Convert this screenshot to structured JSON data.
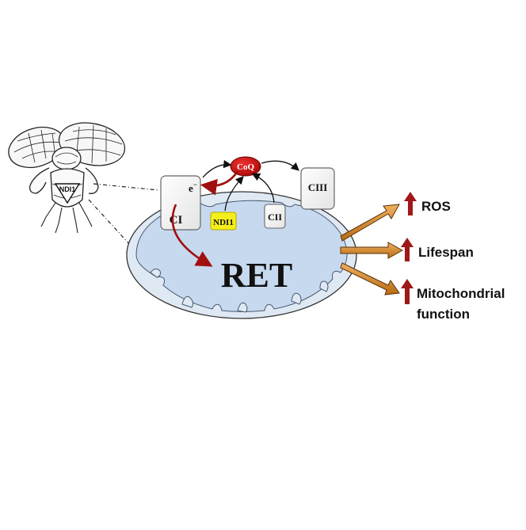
{
  "fly": {
    "badge": "NDI1"
  },
  "complexes": {
    "ci": "CI",
    "electron": "e",
    "electron_sup": "−",
    "coq": "CoQ",
    "ndi1": "NDI1",
    "cii": "CII",
    "ciii": "CIII"
  },
  "center_label": "RET",
  "outcomes": [
    {
      "label": "ROS"
    },
    {
      "label": "Lifespan"
    },
    {
      "label": "Mitochondrial",
      "label2": "function"
    }
  ],
  "colors": {
    "matrix": "#c8d8ec",
    "membrane_fill": "#e0eaf5",
    "coq": "#cc1111",
    "ndi1": "#f4ee1c",
    "dark_red_arrow": "#a01010",
    "orange_arrow": "#d4892a",
    "up_arrow": "#a01818"
  }
}
